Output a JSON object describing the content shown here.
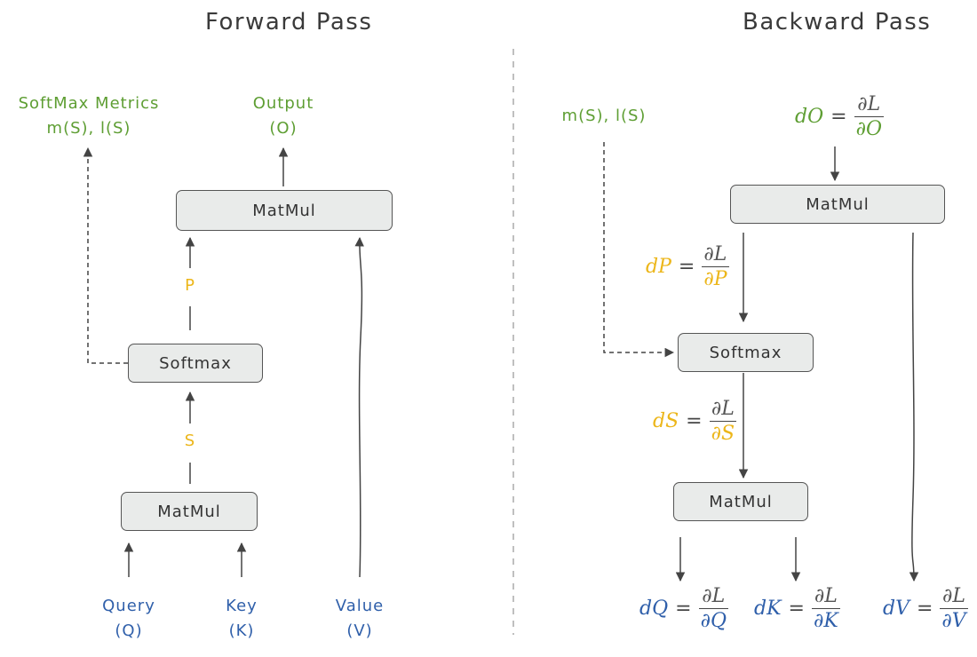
{
  "colors": {
    "output": "#5e9e33",
    "input_gradient": "#2f5faa",
    "intermediate": "#ecb61a",
    "node_fill": "#e9ebea",
    "stroke": "#555555"
  },
  "forward": {
    "title": "Forward Pass",
    "softmax_metrics": {
      "line1": "SoftMax Metrics",
      "line2": "m(S), l(S)"
    },
    "output": {
      "line1": "Output",
      "line2": "(O)"
    },
    "matmul_top": "MatMul",
    "p_label": "P",
    "softmax": "Softmax",
    "s_label": "S",
    "matmul_bottom": "MatMul",
    "query": {
      "line1": "Query",
      "line2": "(Q)"
    },
    "key": {
      "line1": "Key",
      "line2": "(K)"
    },
    "value": {
      "line1": "Value",
      "line2": "(V)"
    }
  },
  "backward": {
    "title": "Backward Pass",
    "metrics": "m(S), l(S)",
    "dO": {
      "lhs": "dO",
      "eq": "=",
      "num": "∂L",
      "den": "∂O"
    },
    "matmul_top": "MatMul",
    "dP": {
      "lhs": "dP",
      "eq": "=",
      "num": "∂L",
      "den": "∂P"
    },
    "softmax": "Softmax",
    "dS": {
      "lhs": "dS",
      "eq": "=",
      "num": "∂L",
      "den": "∂S"
    },
    "matmul_bottom": "MatMul",
    "dQ": {
      "lhs": "dQ",
      "eq": "=",
      "num": "∂L",
      "den": "∂Q"
    },
    "dK": {
      "lhs": "dK",
      "eq": "=",
      "num": "∂L",
      "den": "∂K"
    },
    "dV": {
      "lhs": "dV",
      "eq": "=",
      "num": "∂L",
      "den": "∂V"
    }
  }
}
